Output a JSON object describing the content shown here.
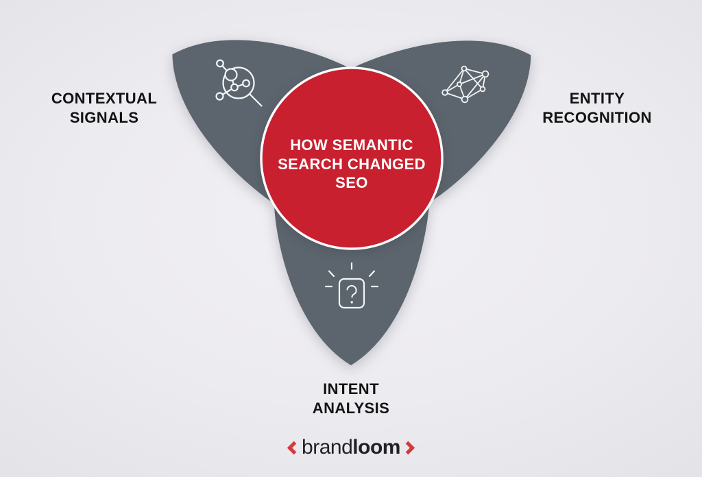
{
  "diagram": {
    "type": "trefoil-venn-infographic",
    "center": {
      "title": "HOW SEMANTIC\nSEARCH CHANGED\nSEO"
    },
    "petals": [
      {
        "position": "top-left",
        "label": "CONTEXTUAL\nSIGNALS",
        "icon": "molecule-magnifier-icon"
      },
      {
        "position": "top-right",
        "label": "ENTITY\nRECOGNITION",
        "icon": "knowledge-graph-icon"
      },
      {
        "position": "bottom",
        "label": "INTENT\nANALYSIS",
        "icon": "question-device-icon"
      }
    ]
  },
  "logo": {
    "bracket_left": "<",
    "text_light": "brand",
    "text_bold": "loom",
    "bracket_right": ">"
  },
  "colors": {
    "background": "#ecebef",
    "petal_gray": "#5c656d",
    "hub_red": "#c8202f",
    "hub_border": "#fbfafc",
    "icon_stroke": "#f4f5f6",
    "label_text": "#131313",
    "logo_text": "#222226",
    "logo_red": "#d23a3e"
  }
}
